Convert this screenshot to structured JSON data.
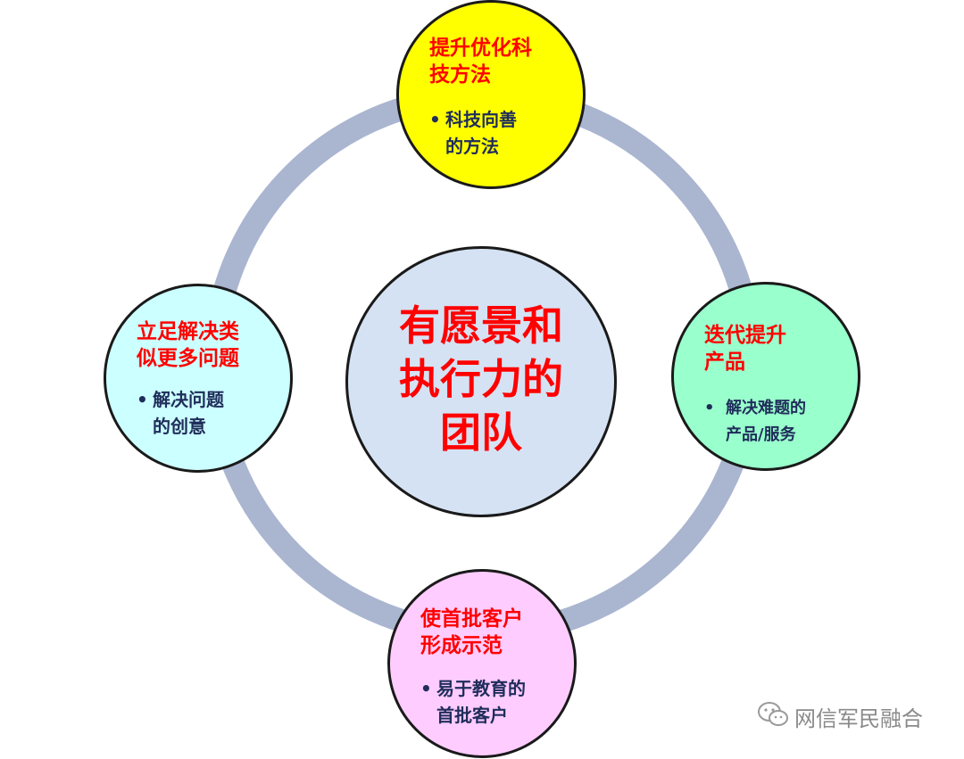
{
  "center": {
    "lines": [
      "有愿景和",
      "执行力的",
      "团队"
    ]
  },
  "nodes": {
    "top": {
      "title": [
        "提升优化科",
        "技方法"
      ],
      "bullet": [
        "科技向善",
        "的方法"
      ],
      "color": "#ffff00"
    },
    "right": {
      "title": [
        "迭代提升",
        "产品"
      ],
      "bullet": [
        "解决难题的",
        "产品/服务"
      ],
      "color": "#99ffcc"
    },
    "bottom": {
      "title": [
        "使首批客户",
        "形成示范"
      ],
      "bullet": [
        "易于教育的",
        "首批客户"
      ],
      "color": "#ffccff"
    },
    "left": {
      "title": [
        "立足解决类",
        "似更多问题"
      ],
      "bullet": [
        "解决问题",
        "的创意"
      ],
      "color": "#ccffff"
    }
  },
  "watermark": {
    "icon": "wechat-icon",
    "text": "网信军民融合"
  },
  "colors": {
    "ring": "#aab5d0",
    "center_fill": "#d5e2f3",
    "title_text": "#ff0000",
    "bullet_text": "#1f2d5a"
  }
}
